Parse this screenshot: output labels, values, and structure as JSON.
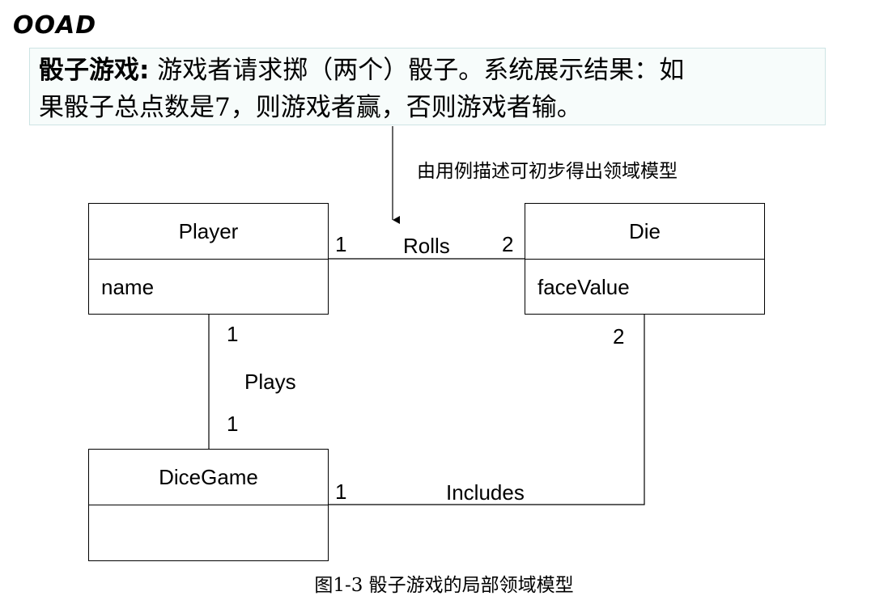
{
  "header": {
    "title": "OOAD"
  },
  "description": {
    "term": "骰子游戏",
    "separator": ":",
    "line1_rest": " 游戏者请求掷（两个）骰子。系统展示结果：如",
    "line2": "果骰子总点数是7，则游戏者赢，否则游戏者输。"
  },
  "annotation": "由用例描述可初步得出领域模型",
  "classes": {
    "player": {
      "name": "Player",
      "attribute": "name"
    },
    "die": {
      "name": "Die",
      "attribute": "faceValue"
    },
    "dicegame": {
      "name": "DiceGame",
      "attribute": ""
    }
  },
  "associations": {
    "rolls": {
      "label": "Rolls",
      "mult_player": "1",
      "mult_die": "2"
    },
    "plays": {
      "label": "Plays",
      "mult_player": "1",
      "mult_game": "1"
    },
    "includes": {
      "label": "Includes",
      "mult_game": "1",
      "mult_die": "2"
    }
  },
  "caption": "图1-3 骰子游戏的局部领域模型"
}
